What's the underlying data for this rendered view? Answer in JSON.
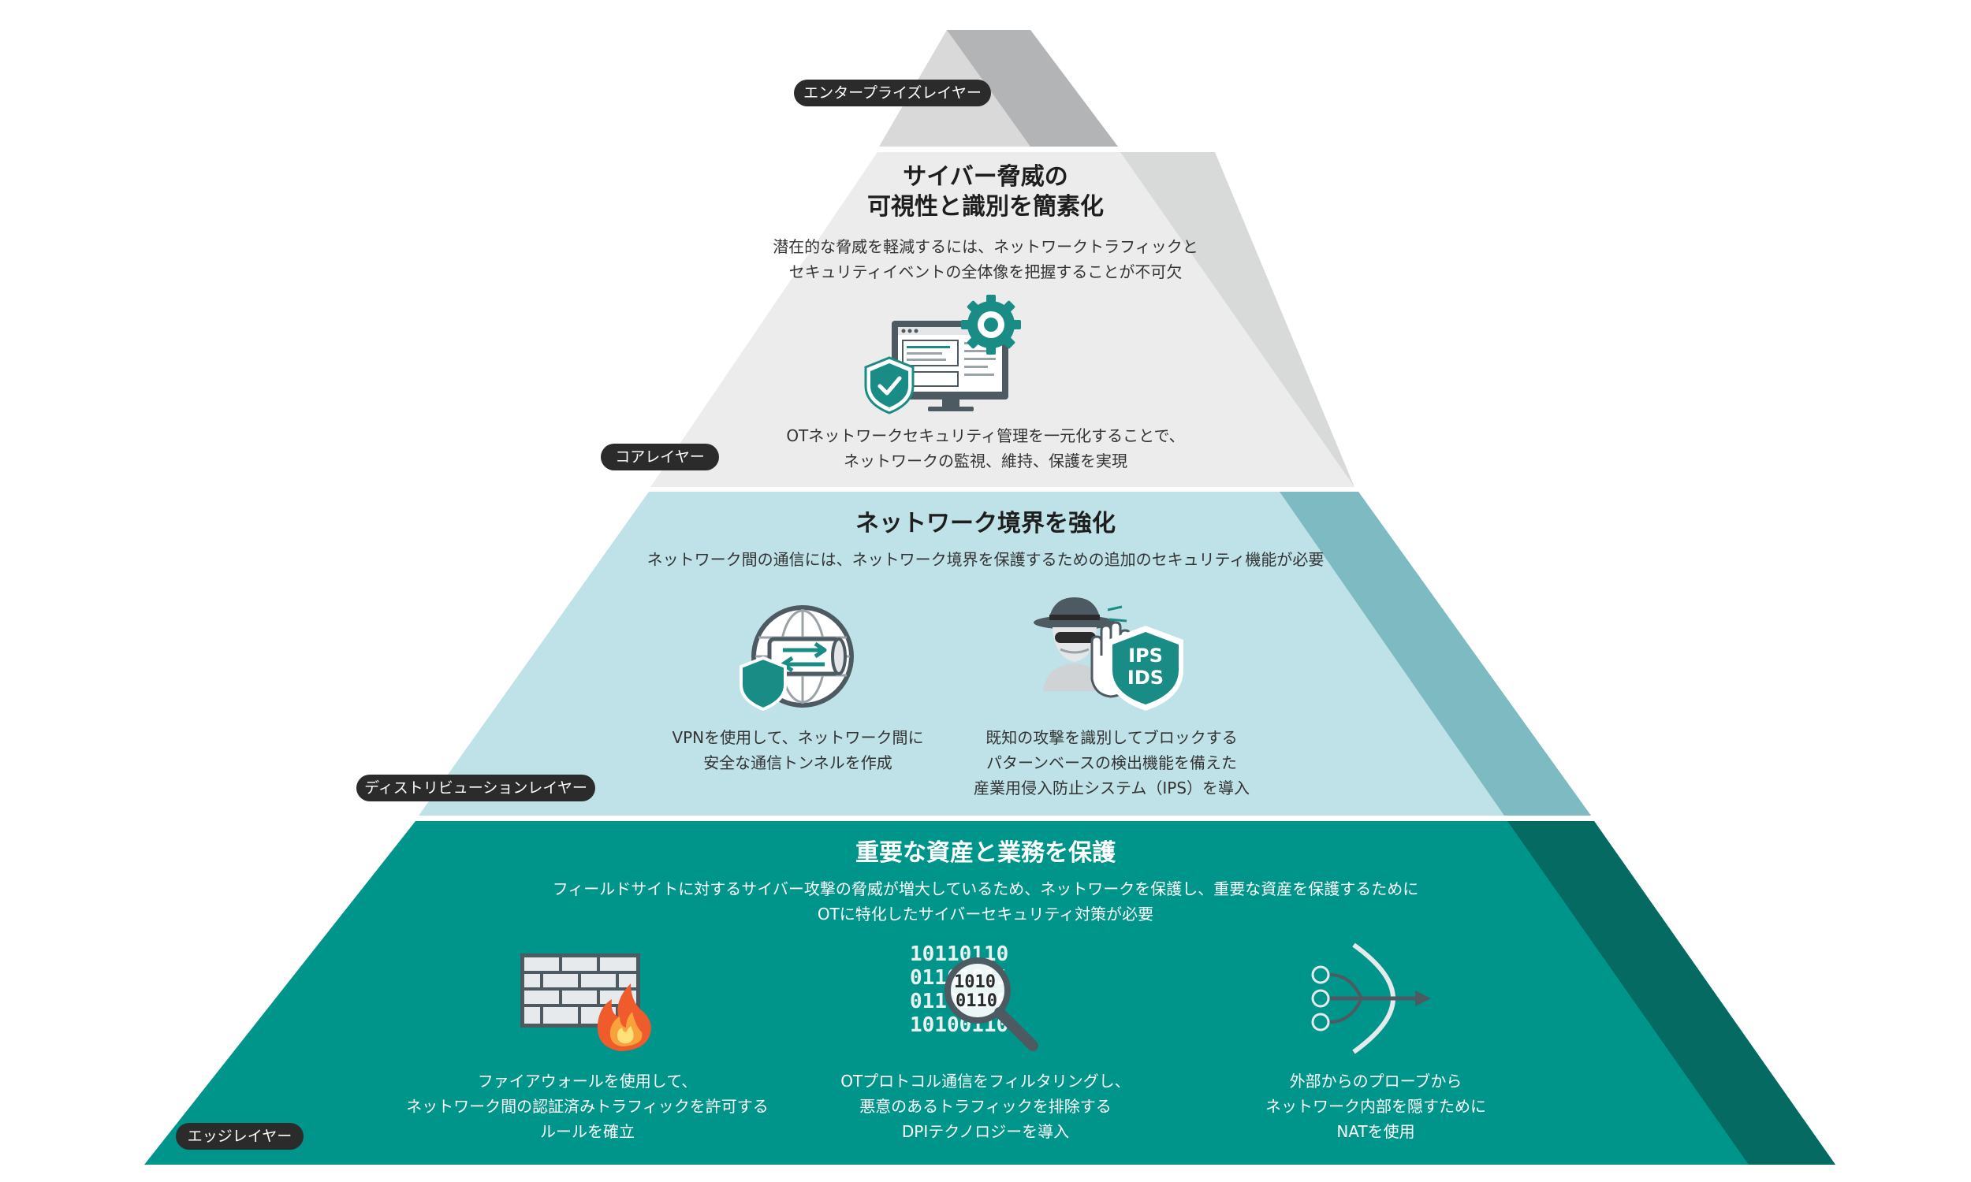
{
  "colors": {
    "enterprise_face": "#d9d9d9",
    "enterprise_side": "#b3b4b5",
    "core_face": "#ececec",
    "core_side": "#d8d9d9",
    "distribution_face": "#bfe2e8",
    "distribution_side": "#7ebac1",
    "edge_face": "#00958a",
    "edge_side": "#056b62",
    "pill_bg": "#2b2b2b",
    "icon_teal": "#1a8c86"
  },
  "layers": {
    "enterprise": {
      "label": "エンタープライズレイヤー"
    },
    "core": {
      "label": "コアレイヤー",
      "title_lines": [
        "サイバー脅威の",
        "可視性と識別を簡素化"
      ],
      "desc_lines": [
        "潜在的な脅威を軽減するには、ネットワークトラフィックと",
        "セキュリティイベントの全体像を把握することが不可欠"
      ],
      "item": {
        "icon": "monitor-gear-shield-icon",
        "lines": [
          "OTネットワークセキュリティ管理を一元化することで、",
          "ネットワークの監視、維持、保護を実現"
        ]
      }
    },
    "distribution": {
      "label": "ディストリビューションレイヤー",
      "title": "ネットワーク境界を強化",
      "desc": "ネットワーク間の通信には、ネットワーク境界を保護するための追加のセキュリティ機能が必要",
      "items": [
        {
          "icon": "vpn-tunnel-globe-icon",
          "lines": [
            "VPNを使用して、ネットワーク間に",
            "安全な通信トンネルを作成"
          ]
        },
        {
          "icon": "ips-ids-intruder-icon",
          "badge_lines": [
            "IPS",
            "IDS"
          ],
          "lines": [
            "既知の攻撃を識別してブロックする",
            "パターンベースの検出機能を備えた",
            "産業用侵入防止システム（IPS）を導入"
          ]
        }
      ]
    },
    "edge": {
      "label": "エッジレイヤー",
      "title": "重要な資産と業務を保護",
      "desc_lines": [
        "フィールドサイトに対するサイバー攻撃の脅威が増大しているため、ネットワークを保護し、重要な資産を保護するために",
        "OTに特化したサイバーセキュリティ対策が必要"
      ],
      "items": [
        {
          "icon": "firewall-icon",
          "lines": [
            "ファイアウォールを使用して、",
            "ネットワーク間の認証済みトラフィックを許可する",
            "ルールを確立"
          ]
        },
        {
          "icon": "dpi-magnifier-icon",
          "binary_lines": [
            "10110110",
            "01101011",
            "01101100",
            "10100110"
          ],
          "lines": [
            "OTプロトコル通信をフィルタリングし、",
            "悪意のあるトラフィックを排除する",
            "DPIテクノロジーを導入"
          ]
        },
        {
          "icon": "nat-icon",
          "lines": [
            "外部からのプローブから",
            "ネットワーク内部を隠すために",
            "NATを使用"
          ]
        }
      ]
    }
  }
}
